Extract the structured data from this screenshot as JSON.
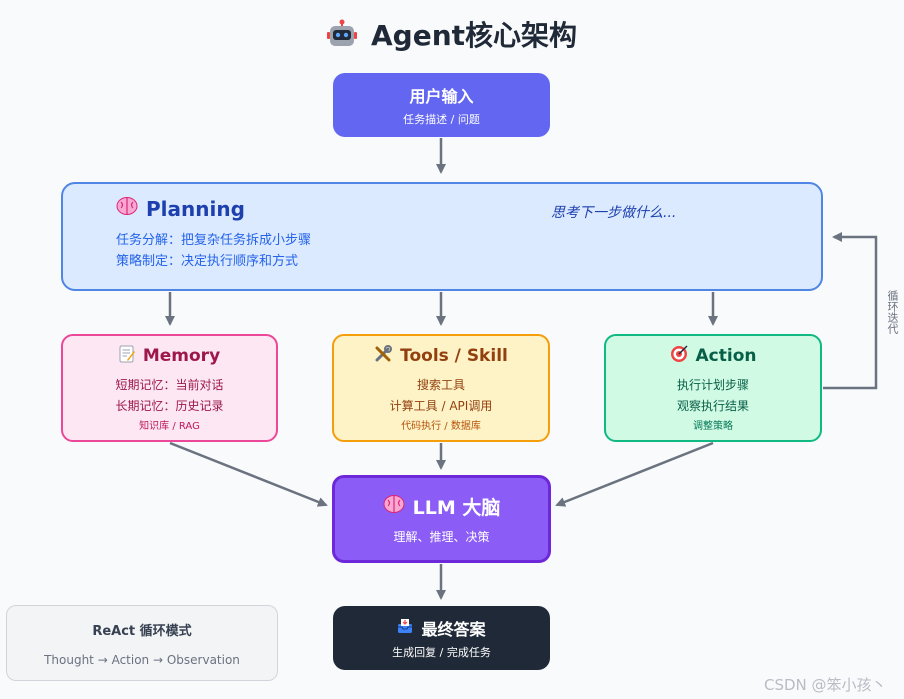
{
  "title": "Agent核心架构",
  "user_input": {
    "title": "用户输入",
    "subtitle": "任务描述 / 问题"
  },
  "planning": {
    "title": "Planning",
    "line1": "任务分解：把复杂任务拆成小步骤",
    "line2": "策略制定：决定执行顺序和方式",
    "thinking": "思考下一步做什么..."
  },
  "memory": {
    "title": "Memory",
    "line1": "短期记忆：当前对话",
    "line2": "长期记忆：历史记录",
    "note": "知识库 / RAG"
  },
  "tools": {
    "title": "Tools / Skill",
    "line1": "搜索工具",
    "line2": "计算工具 / API调用",
    "note": "代码执行 / 数据库"
  },
  "action": {
    "title": "Action",
    "line1": "执行计划步骤",
    "line2": "观察执行结果",
    "note": "调整策略"
  },
  "llm": {
    "title": "LLM 大脑",
    "subtitle": "理解、推理、决策"
  },
  "final_answer": {
    "title": "最终答案",
    "subtitle": "生成回复 / 完成任务"
  },
  "react": {
    "title": "ReAct 循环模式",
    "flow": "Thought → Action → Observation"
  },
  "loop_label": "循环迭代",
  "watermark": "CSDN @笨小孩丶",
  "icons": [
    "robot-icon",
    "brain-icon",
    "memo-icon",
    "tools-icon",
    "target-icon",
    "inbox-icon"
  ],
  "colors": {
    "input": "#6366f1",
    "planning_bg": "#dbeafe",
    "memory_border": "#ec4899",
    "tools_border": "#f59e0b",
    "action_border": "#10b981",
    "llm": "#8b5cf6",
    "final": "#1f2937",
    "arrow": "#6b7280"
  }
}
